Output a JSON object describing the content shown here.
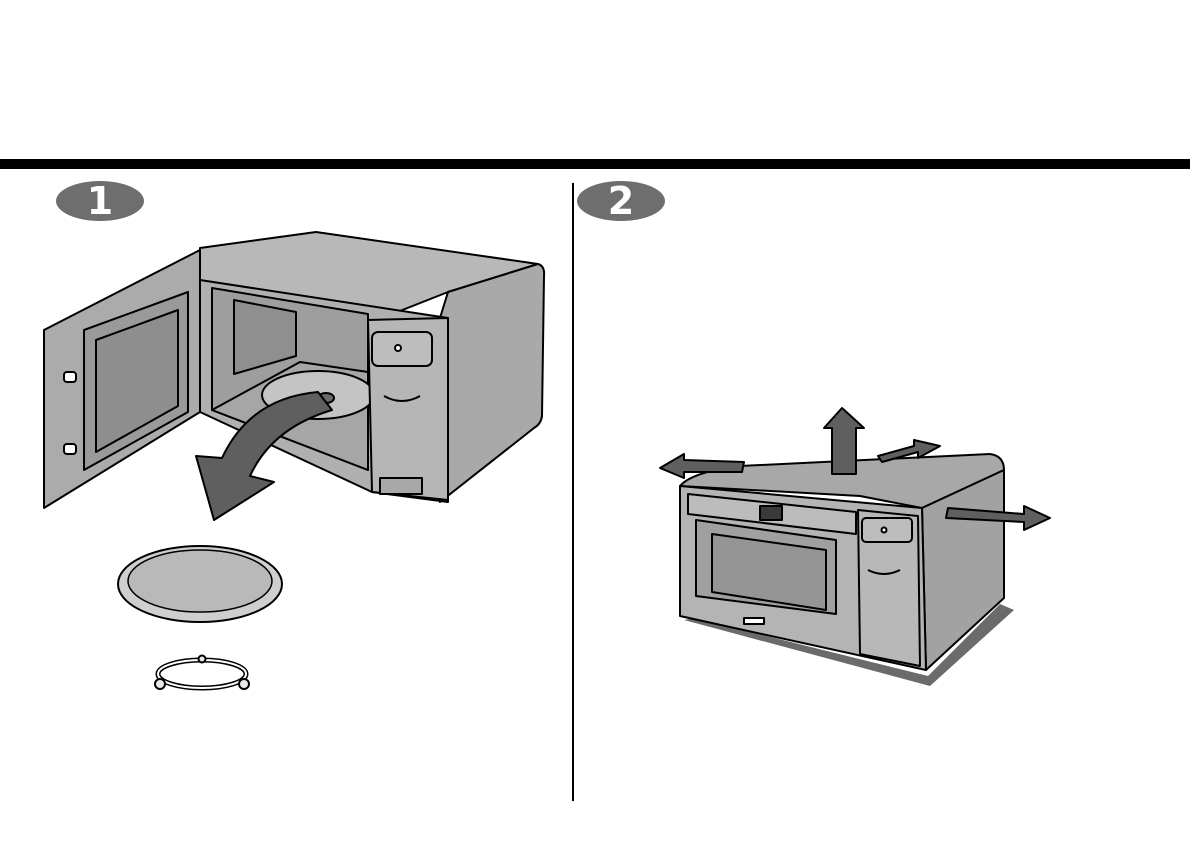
{
  "steps": [
    {
      "number": "1"
    },
    {
      "number": "2"
    }
  ],
  "colors": {
    "rule": "#000000",
    "badge": "#6e6e6e",
    "oven_body": "#b3b3b3",
    "oven_dark": "#9a9a9a",
    "arrow": "#5f5f5f",
    "shadow": "#6b6b6b"
  },
  "illustrations": {
    "step1": [
      "microwave-open-door",
      "turntable-removal-arrow",
      "glass-turntable-tray",
      "roller-ring"
    ],
    "step2": [
      "microwave-closed-front",
      "ventilation-clearance-arrows"
    ]
  }
}
